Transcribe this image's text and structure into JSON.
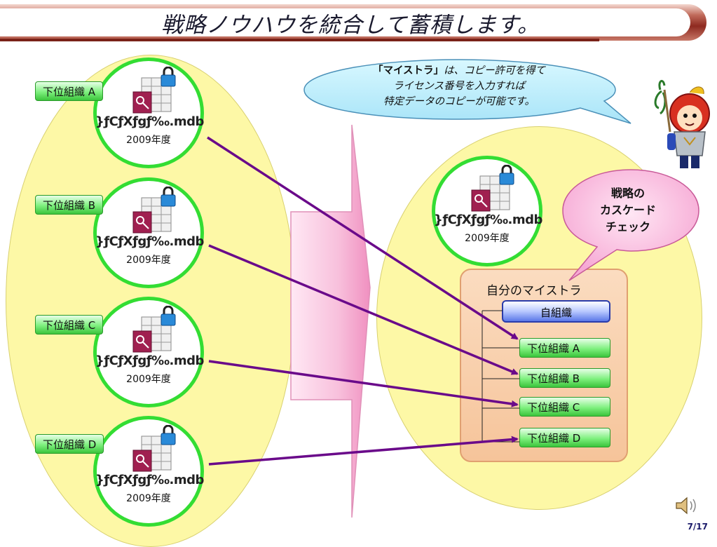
{
  "header": {
    "title": "戦略ノウハウを統合して蓄積します。"
  },
  "files": [
    {
      "name": "}ƒCƒXƒgƒ‰.mdb",
      "year": "2009年度"
    },
    {
      "name": "}ƒCƒXƒgƒ‰.mdb",
      "year": "2009年度"
    },
    {
      "name": "}ƒCƒXƒgƒ‰.mdb",
      "year": "2009年度"
    },
    {
      "name": "}ƒCƒXƒgƒ‰.mdb",
      "year": "2009年度"
    },
    {
      "name": "}ƒCƒXƒgƒ‰.mdb",
      "year": "2009年度"
    }
  ],
  "left_orgs": [
    "下位組織 A",
    "下位組織 B",
    "下位組織 C",
    "下位組織 D"
  ],
  "speech_bubble": {
    "emphasis": "「マイストラ」",
    "line1_rest": "は、コピー許可を得て",
    "line2": "ライセンス番号を入力すれば",
    "line3": "特定データのコピーが可能です。"
  },
  "callout": {
    "line1": "戦略の",
    "line2": "カスケード",
    "line3": "チェック"
  },
  "my_panel": {
    "title": "自分のマイストラ",
    "self_org": "自組織",
    "sub_orgs": [
      "下位組織 A",
      "下位組織 B",
      "下位組織 C",
      "下位組織 D"
    ]
  },
  "colors": {
    "circle_border": "#33dd33",
    "ellipse_fill": "#fdf8a6",
    "arrow": "#6a0a8a",
    "org_label": "#7ef07e",
    "self_org": "#5a78e8"
  },
  "icons": {
    "file": "access-database-lock-icon",
    "speaker": "speaker-icon",
    "mascot": "knight-mascot"
  },
  "page_number": "7/17"
}
